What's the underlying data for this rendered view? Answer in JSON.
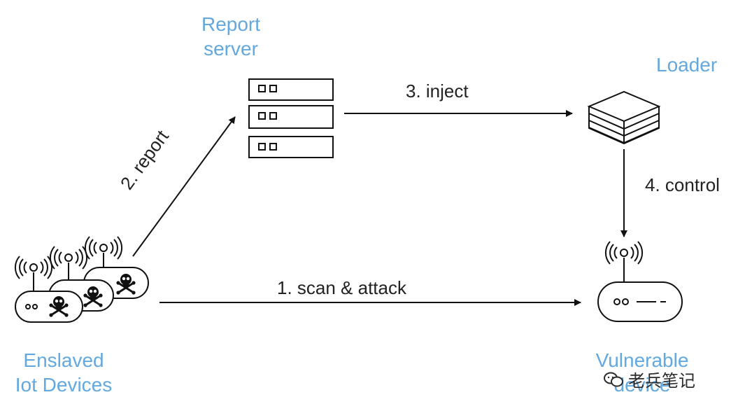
{
  "labels": {
    "report_server": [
      "Report",
      "server"
    ],
    "loader": "Loader",
    "enslaved": [
      "Enslaved",
      "Iot Devices"
    ],
    "vulnerable": [
      "Vulnerable",
      "device"
    ]
  },
  "steps": {
    "scan": "1. scan & attack",
    "report": "2. report",
    "inject": "3. inject",
    "control": "4. control"
  },
  "icons": {
    "server": "server-rack-icon",
    "loader": "stack-box-icon",
    "router": "wifi-router-icon",
    "skull": "skull-crossbones-icon"
  },
  "watermark": "老兵笔记",
  "colors": {
    "label": "#63a8df",
    "ink": "#111111"
  }
}
